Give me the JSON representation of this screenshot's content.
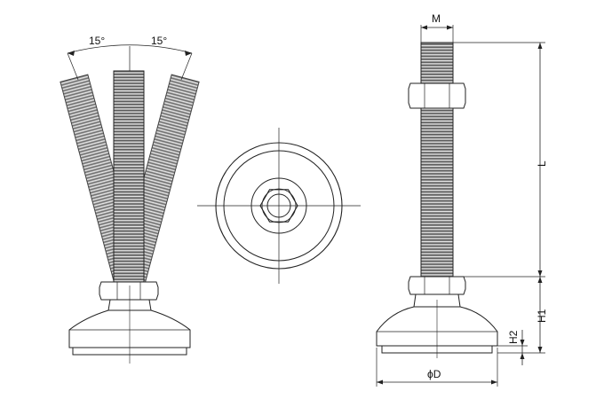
{
  "labels": {
    "angle_left": "15°",
    "angle_right": "15°",
    "dim_m": "M",
    "dim_l": "L",
    "dim_h1": "H1",
    "dim_h2": "H2",
    "dim_d": "ϕD"
  },
  "colors": {
    "stroke": "#222222",
    "thread_fill": "#9a9a9a",
    "body_fill": "#ffffff"
  }
}
